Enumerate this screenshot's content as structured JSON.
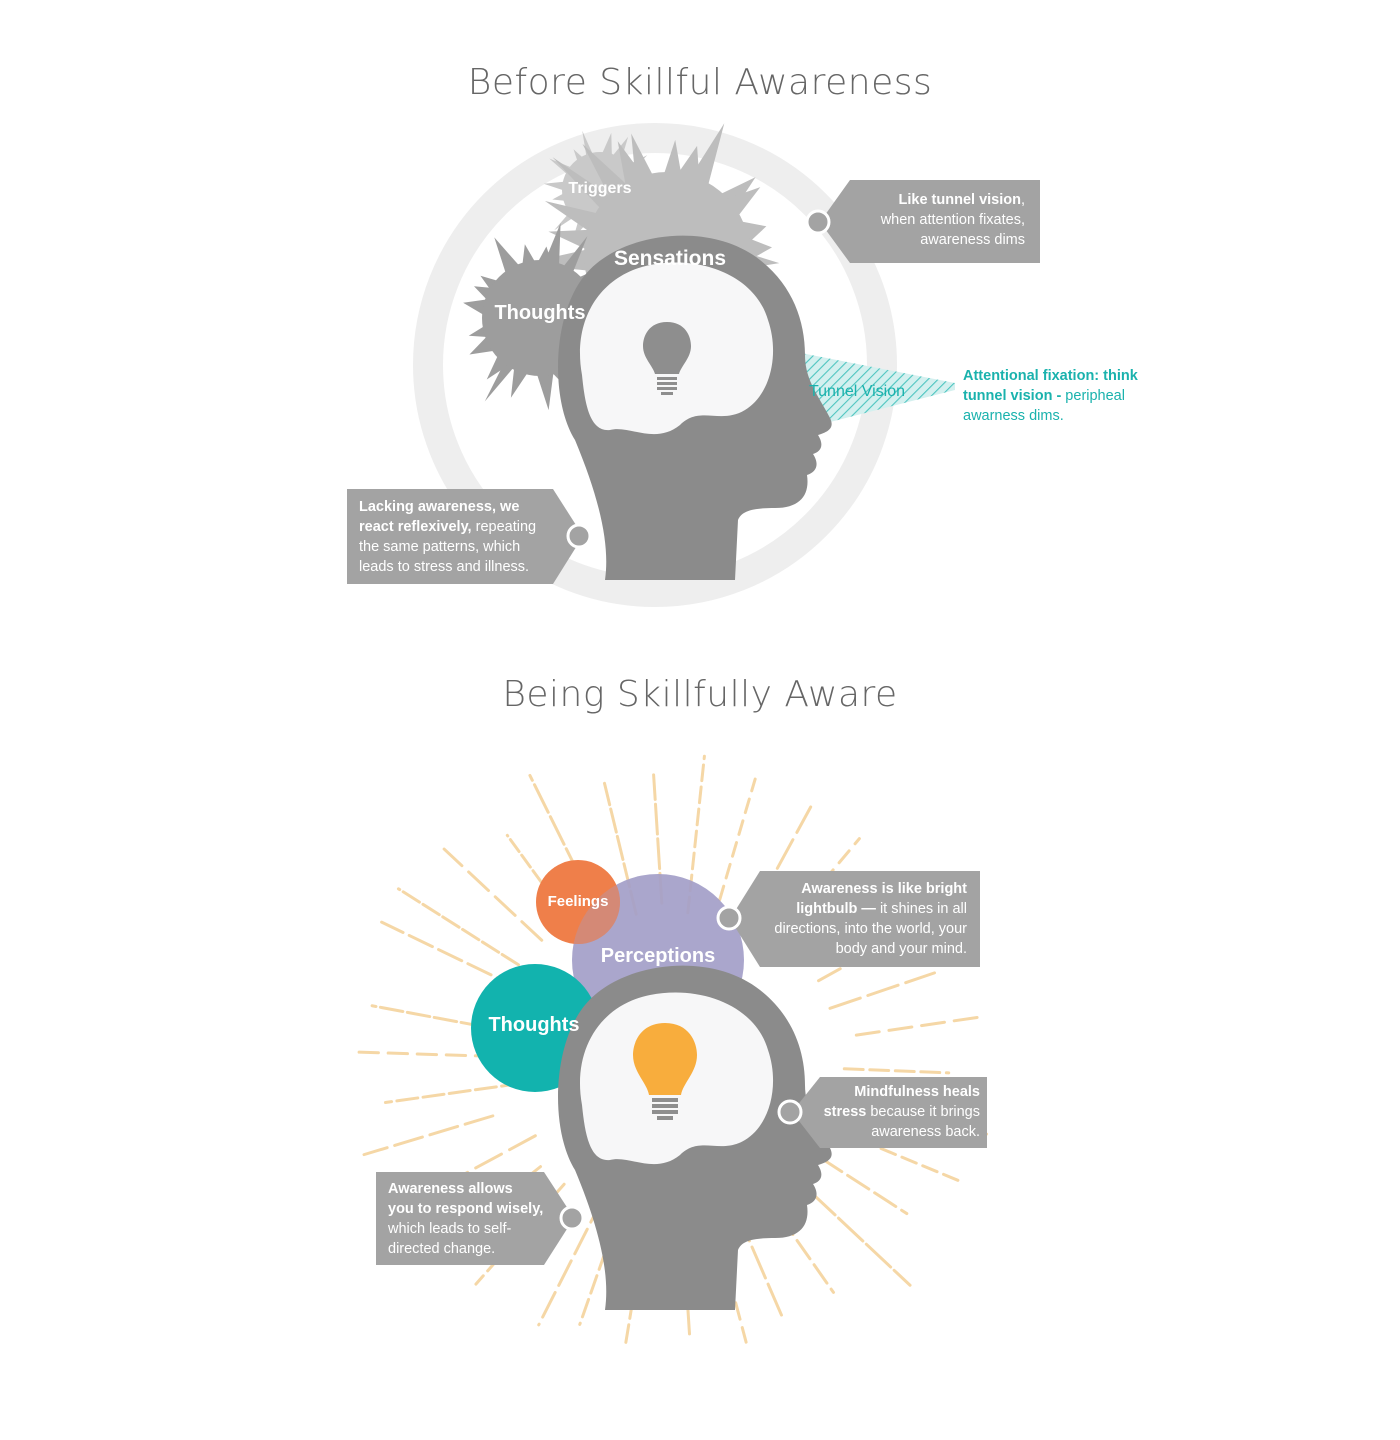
{
  "colors": {
    "gray_dark": "#8a8a8a",
    "gray_mid": "#a2a2a2",
    "gray_light": "#bdbdbd",
    "gray_bubble": "#c6c6c6",
    "ring": "#eeeeee",
    "callout_bg": "#a3a3a3",
    "teal": "#1ab2ad",
    "orange": "#ef7f4a",
    "purple": "#a39ec8",
    "teal_bubble": "#12b3ae",
    "bulb_orange": "#f8ad3d",
    "ray": "#f5d7a6"
  },
  "before": {
    "title": "Before Skillful Awareness",
    "bubbles": {
      "triggers": "Triggers",
      "sensations": "Sensations",
      "thoughts": "Thoughts"
    },
    "tunnel_label": "Tunnel Vision",
    "callout_top": {
      "bold": "Like tunnel vision",
      "rest1": ",",
      "line2": "when attention fixates,",
      "line3": "awareness dims"
    },
    "teal_note": {
      "bold1": "Attentional fixation: think",
      "bold2": "tunnel vision -",
      "rest2": " peripheal",
      "line3": "awarness dims."
    },
    "callout_bottom": {
      "bold1": "Lacking awareness, we",
      "bold2": "react reflexively,",
      "rest2": " repeating",
      "line3": "the same patterns, which",
      "line4": "leads to stress and illness."
    }
  },
  "after": {
    "title": "Being Skillfully Aware",
    "bubbles": {
      "feelings": "Feelings",
      "perceptions": "Perceptions",
      "thoughts": "Thoughts"
    },
    "callout_top": {
      "bold1": "Awareness is like bright",
      "bold2": "lightbulb —",
      "rest2": " it shines in all",
      "line3": "directions, into the world, your",
      "line4": "body and your mind."
    },
    "callout_right": {
      "bold1": "Mindfulness heals",
      "bold2": "stress",
      "rest2": " because it brings",
      "line3": "awareness back."
    },
    "callout_left": {
      "bold1": "Awareness allows",
      "bold2": "you to respond wisely,",
      "line3": "which leads to self-",
      "line4": "directed change."
    }
  }
}
